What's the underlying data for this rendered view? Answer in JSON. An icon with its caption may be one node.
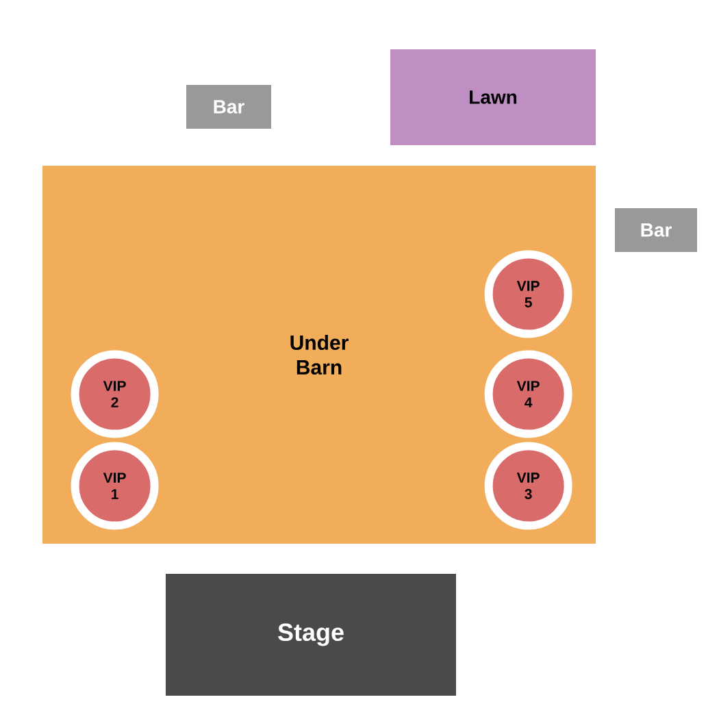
{
  "diagram": {
    "nodes": [
      {
        "text": [
          "Bar"
        ]
      },
      {
        "text": [
          "Lawn"
        ]
      },
      {
        "text": [
          "Bar"
        ]
      },
      {
        "text": [
          "Under Barn"
        ]
      },
      {
        "text": [
          "VIP 5"
        ],
        "in": 3
      },
      {
        "text": [
          "VIP 2"
        ],
        "in": 3
      },
      {
        "text": [
          "VIP 4"
        ],
        "in": 3
      },
      {
        "text": [
          "VIP 1"
        ],
        "in": 3
      },
      {
        "text": [
          "VIP 3"
        ],
        "in": 3
      },
      {
        "text": [
          "Stage"
        ]
      }
    ]
  }
}
